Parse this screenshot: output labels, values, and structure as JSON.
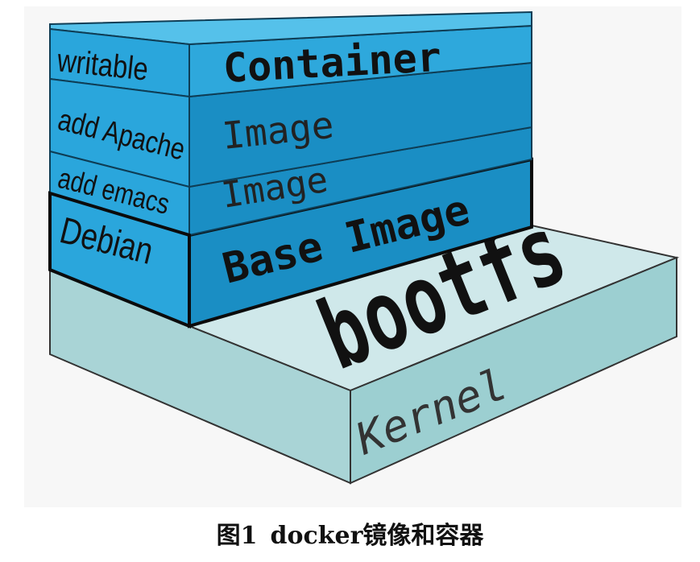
{
  "diagram": {
    "layers": [
      {
        "id": "container",
        "left_label": "writable",
        "right_label": "Container"
      },
      {
        "id": "apache",
        "left_label": "add Apache",
        "right_label": "Image"
      },
      {
        "id": "emacs",
        "left_label": "add emacs",
        "right_label": "Image"
      },
      {
        "id": "base",
        "left_label": "Debian",
        "right_label": "Base Image"
      },
      {
        "id": "kernel",
        "top_label": "bootfs",
        "side_label": "Kernel"
      }
    ],
    "colors": {
      "layer_front": "#2aa6dc",
      "layer_right": "#1a8ec4",
      "layer_top": "#55c1ea",
      "kernel_top": "#cfe8ea",
      "kernel_front": "#a9d4d6",
      "kernel_right": "#9ccfd1",
      "outline": "#0b0b0b"
    }
  },
  "caption": {
    "figure": "图1",
    "title": "docker镜像和容器"
  }
}
